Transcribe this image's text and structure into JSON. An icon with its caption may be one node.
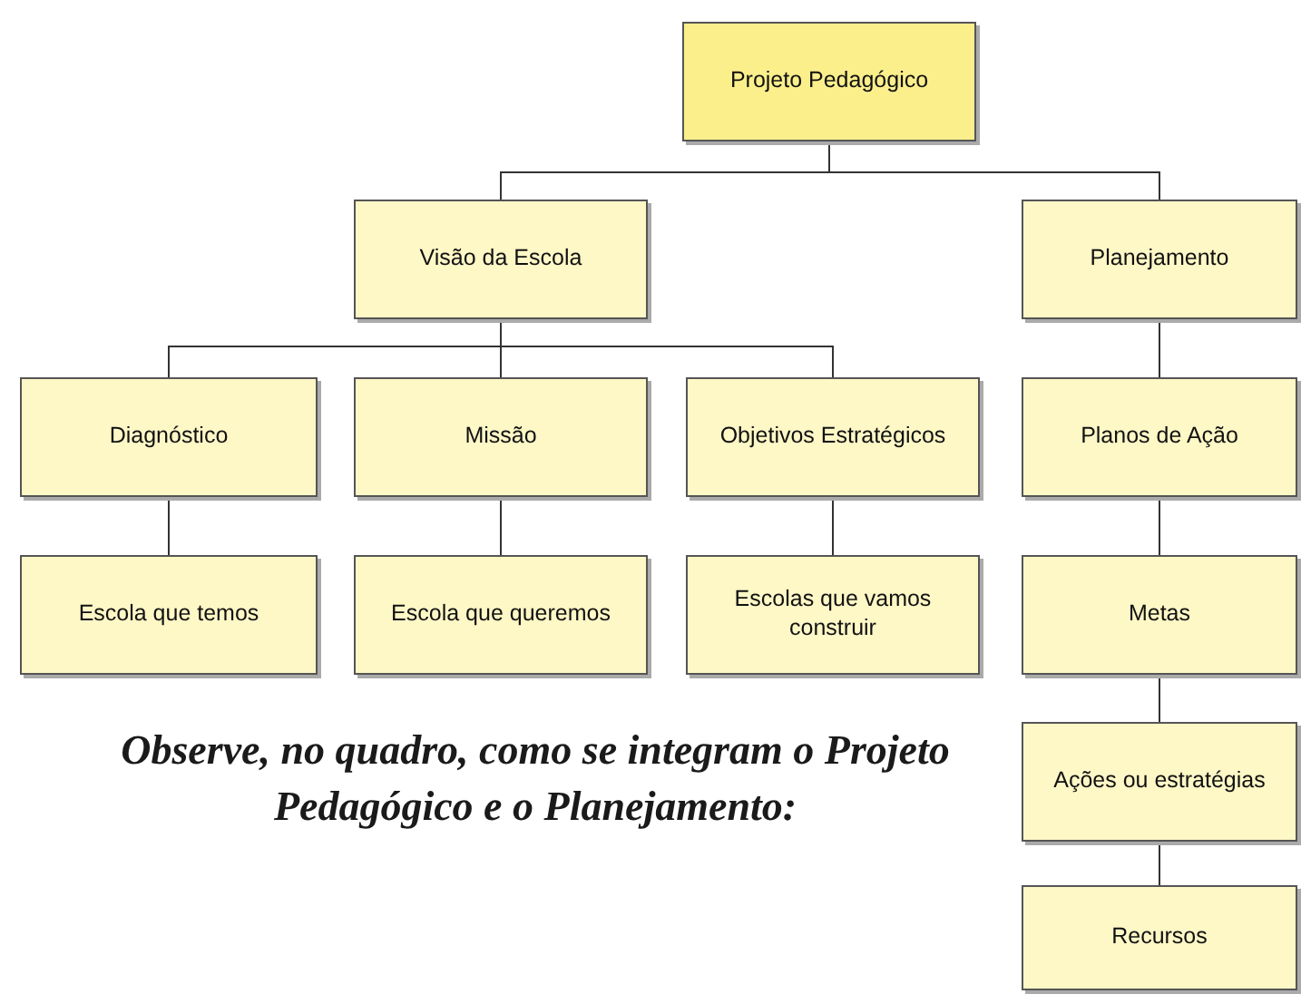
{
  "diagram": {
    "nodes": [
      {
        "text": [
          "Projeto Pedagógico"
        ]
      },
      {
        "text": [
          "Visão da Escola"
        ]
      },
      {
        "text": [
          "Planejamento"
        ]
      },
      {
        "text": [
          "Diagnóstico"
        ]
      },
      {
        "text": [
          "Missão"
        ]
      },
      {
        "text": [
          "Objetivos Estratégicos"
        ]
      },
      {
        "text": [
          "Planos de Ação"
        ]
      },
      {
        "text": [
          "Escola que temos"
        ]
      },
      {
        "text": [
          "Escola que queremos"
        ]
      },
      {
        "text": [
          "Escolas que vamos construir"
        ]
      },
      {
        "text": [
          "Metas"
        ]
      },
      {
        "text": [
          "Ações ou estratégias"
        ]
      },
      {
        "text": [
          "Recursos"
        ]
      }
    ],
    "edges": [
      {
        "from": 0,
        "to": 1,
        "arrow": "none"
      },
      {
        "from": 0,
        "to": 2,
        "arrow": "none"
      },
      {
        "from": 1,
        "to": 3,
        "arrow": "none"
      },
      {
        "from": 1,
        "to": 4,
        "arrow": "none"
      },
      {
        "from": 1,
        "to": 5,
        "arrow": "none"
      },
      {
        "from": 3,
        "to": 7,
        "arrow": "none"
      },
      {
        "from": 4,
        "to": 8,
        "arrow": "none"
      },
      {
        "from": 5,
        "to": 9,
        "arrow": "none"
      },
      {
        "from": 2,
        "to": 6,
        "arrow": "none"
      },
      {
        "from": 6,
        "to": 10,
        "arrow": "none"
      },
      {
        "from": 10,
        "to": 11,
        "arrow": "none"
      },
      {
        "from": 11,
        "to": 12,
        "arrow": "none"
      }
    ],
    "labels": [
      "Observe, no quadro, como se integram o Projeto Pedagógico e o Planejamento:"
    ]
  }
}
